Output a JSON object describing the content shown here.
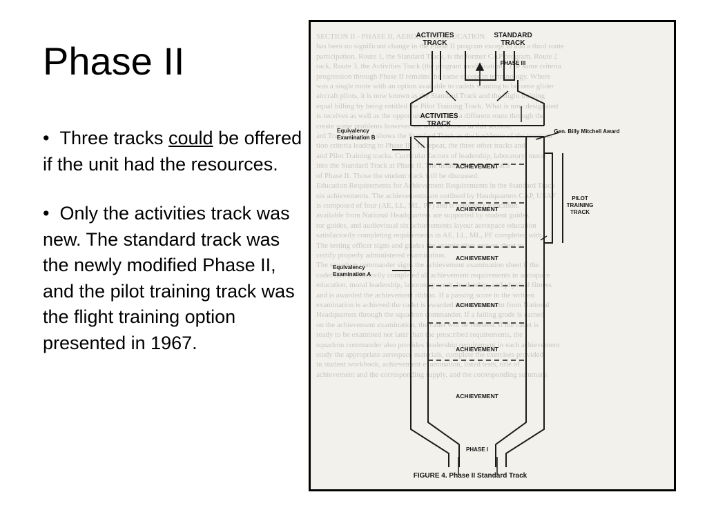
{
  "slide": {
    "title": "Phase II",
    "bullet1": {
      "marker": "•",
      "lead": "Three tracks ",
      "emphasis": "could",
      "rest": " be offered if the unit had the resources."
    },
    "bullet2": {
      "marker": "•",
      "text": "Only the activities track was new.  The standard track was the newly modified Phase II, and the pilot training track was the flight training option presented in 1967."
    }
  },
  "figure": {
    "caption": "FIGURE 4.  Phase II Standard Track",
    "labels": {
      "activities_track_top": [
        "ACTIVITIES",
        "TRACK"
      ],
      "standard_track": [
        "STANDARD",
        "TRACK"
      ],
      "phase_iii": "PHASE III",
      "activities_track_mid": [
        "ACTIVITIES",
        "TRACK"
      ],
      "equivalency_b": [
        "Equivalency",
        "Examination B"
      ],
      "mitchell_award": "Gen. Billy Mitchell Award",
      "pilot_training_track": [
        "PILOT",
        "TRAINING",
        "TRACK"
      ],
      "equivalency_a": [
        "Equivalency",
        "Examination A"
      ],
      "phase_i": "PHASE I",
      "achievement": "ACHIEVEMENT"
    },
    "background_lines": [
      "SECTION II - PHASE II, AEROSPACE EDUCATION",
      "has been no significant change in the Phase II program except to add a third route",
      "participation. Route 1, the Standard Track, is the former CAP program. Route 2",
      "rack, Route 3, the Activities Track (the program modification). The same criteria",
      "progression through Phase II remains the same except in terminology. Where",
      "was a single route with an option available to cadets wanting to become glider",
      "aircraft pilots, it is now known as the Standard Track and the flight training",
      "equal billing by being entitled the Pilot Training Track. What is now designated",
      "is receives as well as the opportunity of taking a different route through the",
      "create some problems however we will be shown in this section.",
      "ard Track. Figure 4 shows the Standard Track as the backbone of the program",
      "tion criteria leading to Phase III. To repeat, the three other tracks and",
      "and Pilot Training tracks. Curricular factors of leadership, laboratory, moral",
      "into the Standard Track at Phase II. The details concerning each",
      "of Phase II. Those the student track will be discussed.",
      "Education Requirements for Achievement Requirements in the Standard Track",
      "six achievements. The achievements are outlined by Headquarters CAP, USAF",
      "is composed of four (AE, LL, ML, PF) and is aerospace education.",
      "available from National Headquarters are supported by student guides",
      "tor guides, and audiovisual six achievements layout aerospace education",
      "satisfactorily completing requirements in AE, LL, ML, PF completed with.",
      "The testing officer signs and grades the examination answer sheet to",
      "certify properly administered examination.",
      "The squadron commander signs the achievement examination sheet if the",
      "cadet has satisfactorily completed all achievement requirements in aerospace",
      "education, moral leadership, laboratory work, leadership, and physical fitness",
      "and is awarded the achievement ribbon. If a passing score in the written",
      "examination is achieved the cadet is awarded the achievement from National",
      "Headquarters through the squadron commander. If a failing grade is earned",
      "on the achievement examination, the cadet will be retested. If the cadet is",
      "ready to be examined not later than the prescribed requirements, the",
      "squadron commander also provides leadership requirement in each achievement",
      "study the appropriate aerospace materials, complete the exercises provided",
      "in student workbook, achievement examination, listed tests, title of",
      "achievement and the corresponding supply, and the corresponding summary."
    ]
  }
}
